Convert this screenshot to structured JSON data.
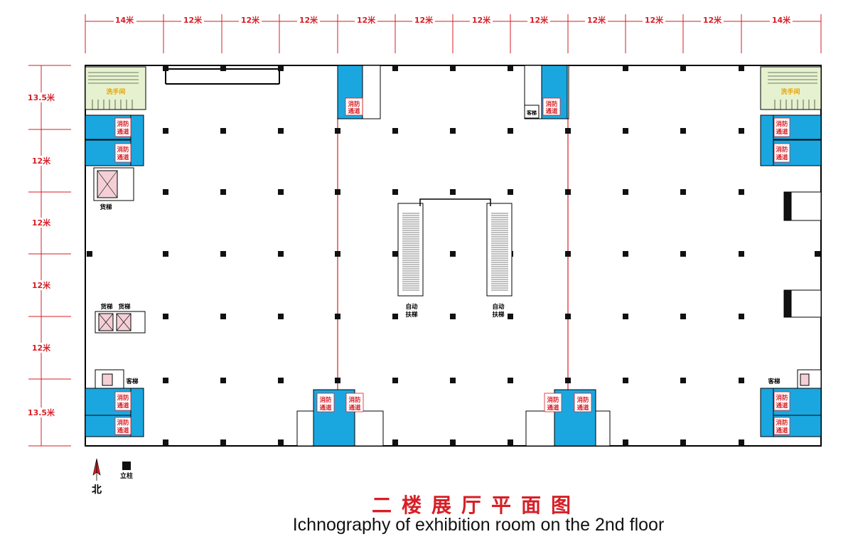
{
  "dimensions": {
    "top": [
      "14米",
      "12米",
      "12米",
      "12米",
      "12米",
      "12米",
      "12米",
      "12米",
      "12米",
      "12米",
      "12米",
      "14米"
    ],
    "left": [
      "13.5米",
      "12米",
      "12米",
      "12米",
      "12米",
      "13.5米"
    ]
  },
  "labels": {
    "washroom": "洗手间",
    "fire_exit_line1": "消防",
    "fire_exit_line2": "通道",
    "freight_elevator": "货梯",
    "passenger_elevator": "客梯",
    "escalator_line1": "自动",
    "escalator_line2": "扶梯"
  },
  "legend": {
    "column": "立柱",
    "north": "北"
  },
  "title": {
    "chinese": "二楼展厅平面图",
    "english": "Ichnography of exhibition room on the 2nd floor"
  },
  "colors": {
    "dimension_red": "#d61f26",
    "stair_blue": "#1aa7e0",
    "washroom_green": "#e6f2cf",
    "elevator_pink": "#f4cfd6",
    "column_black": "#111111"
  }
}
